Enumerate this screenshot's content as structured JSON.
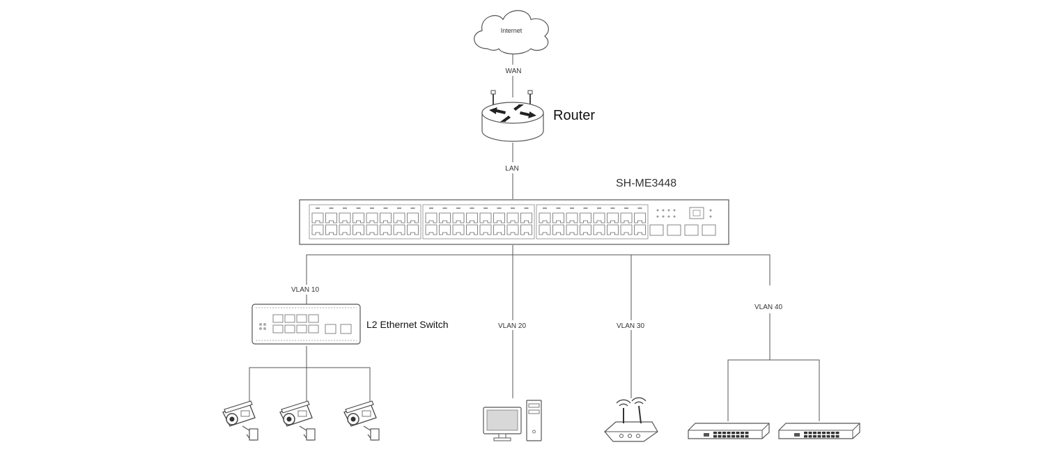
{
  "internet_label": "Internet",
  "wan_label": "WAN",
  "router_label": "Router",
  "lan_label": "LAN",
  "core_switch_label": "SH-ME3448",
  "l2_switch_label": "L2 Ethernet Switch",
  "vlans": [
    "VLAN 10",
    "VLAN 20",
    "VLAN 30",
    "VLAN 40"
  ],
  "icons": {
    "cloud": "cloud-icon",
    "router": "router-icon",
    "core_switch": "core-switch-icon",
    "l2_switch": "l2-switch-icon",
    "camera": "cctv-camera-icon",
    "computer": "desktop-computer-icon",
    "wifi_router": "wireless-router-icon",
    "unmanaged_switch": "network-switch-icon"
  }
}
